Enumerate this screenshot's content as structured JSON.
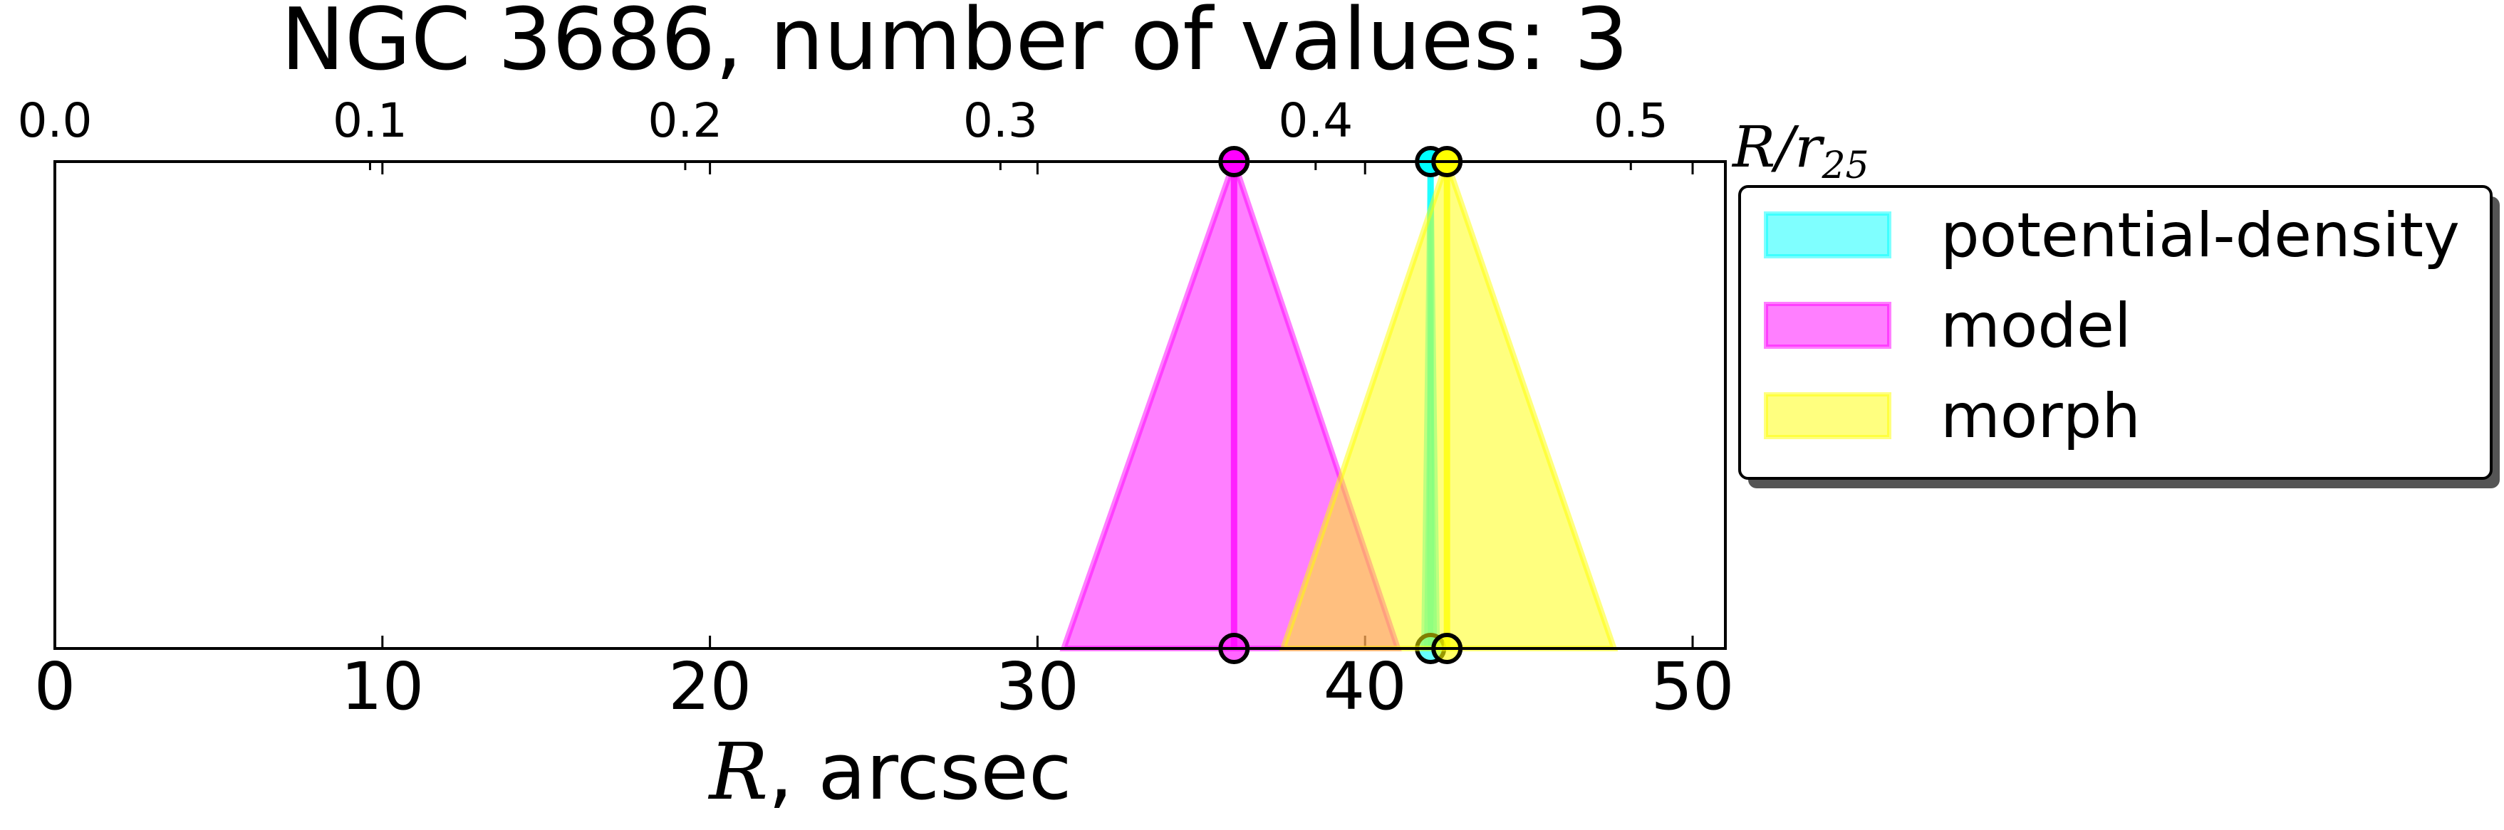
{
  "chart_data": {
    "type": "area",
    "title": "NGC 3686, number of values: 3",
    "xlabel_var": "R",
    "xlabel_rest": ", arcsec",
    "top_axis_label": "R/r25",
    "top_axis_label_main": "R/r",
    "top_axis_label_sub": "25",
    "xlim": [
      0,
      51
    ],
    "top_xlim": [
      0,
      0.53
    ],
    "bottom_ticks": [
      0,
      10,
      20,
      30,
      40,
      50
    ],
    "bottom_tick_labels": [
      "0",
      "10",
      "20",
      "30",
      "40",
      "50"
    ],
    "top_ticks": [
      0.0,
      0.1,
      0.2,
      0.3,
      0.4,
      0.5
    ],
    "top_tick_labels": [
      "0.0",
      "0.1",
      "0.2",
      "0.3",
      "0.4",
      "0.5"
    ],
    "legend_position": "right",
    "series": [
      {
        "name": "potential-density",
        "center": 42.0,
        "left": 41.8,
        "right": 42.2,
        "color": "#00ffff"
      },
      {
        "name": "model",
        "center": 36.0,
        "left": 30.8,
        "right": 41.0,
        "color": "#ff00ff"
      },
      {
        "name": "morph",
        "center": 42.5,
        "left": 37.5,
        "right": 47.6,
        "color": "#ffff00"
      }
    ]
  }
}
